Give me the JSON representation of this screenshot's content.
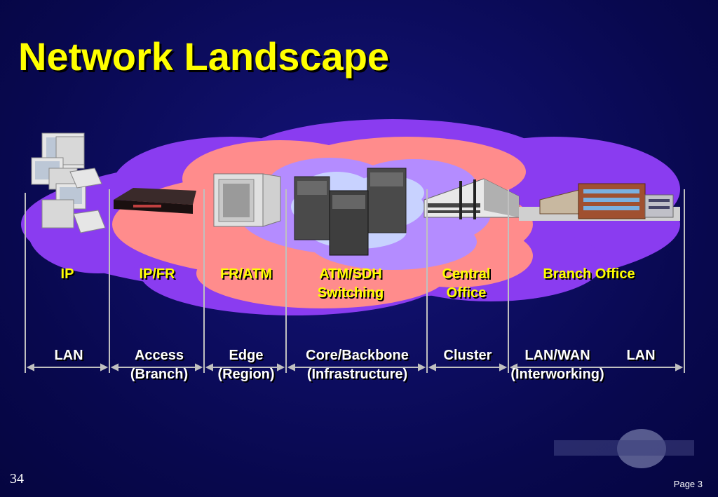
{
  "title": "Network Landscape",
  "technology_labels": [
    {
      "line1": "IP",
      "line2": ""
    },
    {
      "line1": "IP/FR",
      "line2": ""
    },
    {
      "line1": "FR/ATM",
      "line2": ""
    },
    {
      "line1": "ATM/SDH",
      "line2": "Switching"
    },
    {
      "line1": "Central",
      "line2": "Office"
    },
    {
      "line1": "Branch Office",
      "line2": ""
    }
  ],
  "zone_labels": [
    {
      "line1": "LAN",
      "line2": ""
    },
    {
      "line1": "Access",
      "line2": "(Branch)"
    },
    {
      "line1": "Edge",
      "line2": "(Region)"
    },
    {
      "line1": "Core/Backbone",
      "line2": "(Infrastructure)"
    },
    {
      "line1": "Cluster",
      "line2": ""
    },
    {
      "line1": "LAN/WAN",
      "line2": "(Interworking)"
    },
    {
      "line1": "LAN",
      "line2": ""
    }
  ],
  "slide_number": "34",
  "page_label": "Page 3",
  "colors": {
    "title": "#ffff00",
    "background": "#0a0a5a",
    "outer_cloud": "#8a3cf0",
    "mid_cloud": "#ff8c8c",
    "inner_cloud": "#b48cff",
    "core_cloud": "#c8d2ff"
  }
}
